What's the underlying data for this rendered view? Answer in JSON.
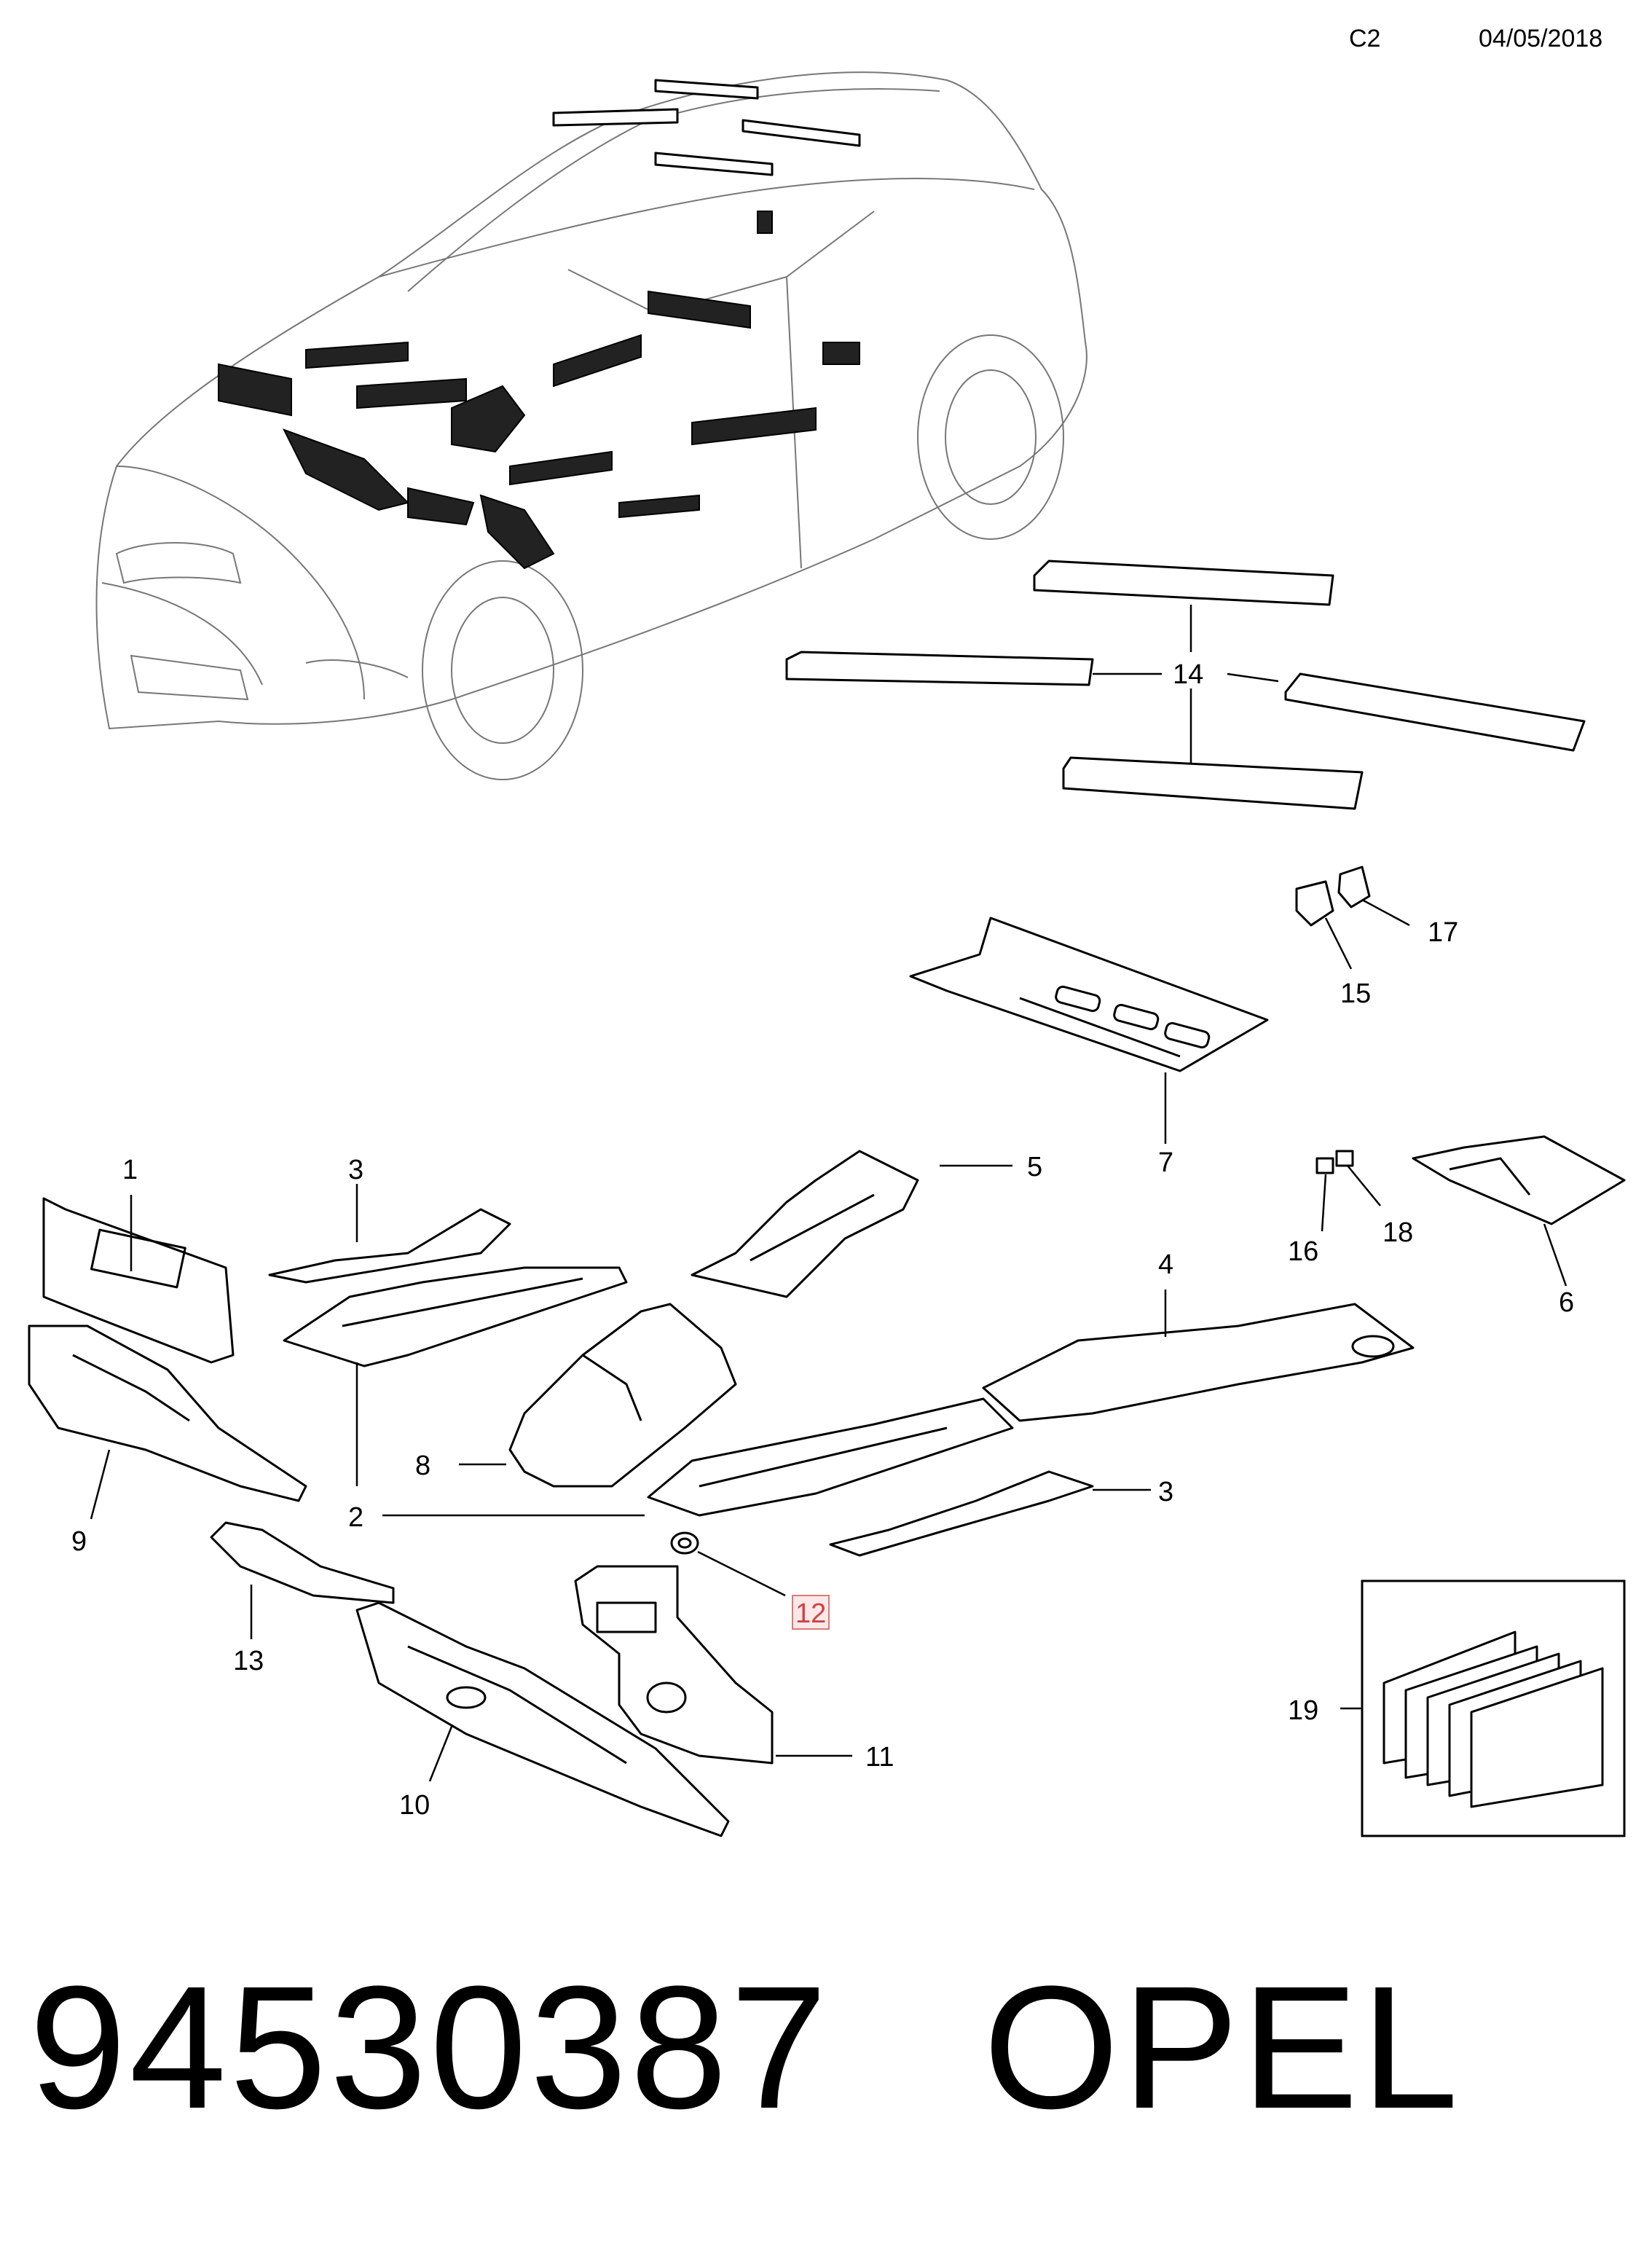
{
  "header": {
    "code": "C2",
    "date": "04/05/2018"
  },
  "callouts": {
    "c1": "1",
    "c2": "2",
    "c3a": "3",
    "c3b": "3",
    "c4": "4",
    "c5": "5",
    "c6": "6",
    "c7": "7",
    "c8": "8",
    "c9": "9",
    "c10": "10",
    "c11": "11",
    "c12": "12",
    "c13": "13",
    "c14": "14",
    "c15": "15",
    "c16": "16",
    "c17": "17",
    "c18": "18",
    "c19": "19"
  },
  "highlight_callout": "12",
  "footer": {
    "part_number": "94530387",
    "brand": "OPEL"
  }
}
